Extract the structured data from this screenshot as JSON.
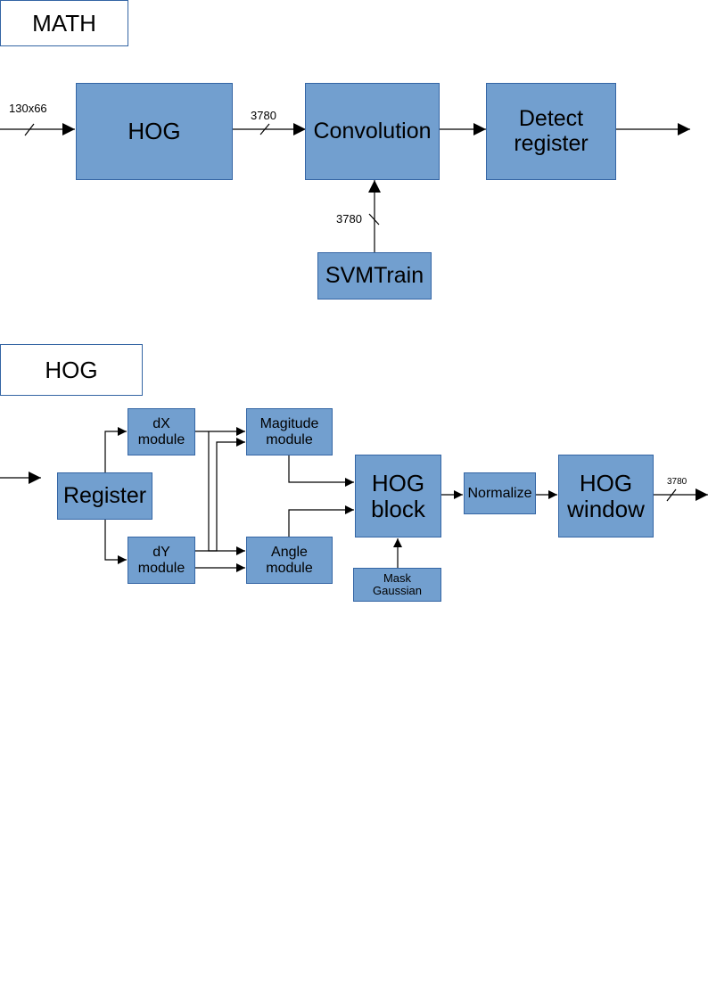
{
  "sections": {
    "math": "MATH",
    "hog": "HOG"
  },
  "math_blocks": {
    "hog": "HOG",
    "convolution": "Convolution",
    "detect_register": "Detect\nregister",
    "svmtrain": "SVMTrain"
  },
  "math_labels": {
    "input": "130x66",
    "hog_to_conv": "3780",
    "svm_to_conv": "3780"
  },
  "hog_blocks": {
    "register": "Register",
    "dx_module": "dX\nmodule",
    "dy_module": "dY\nmodule",
    "magnitude_module": "Magitude\nmodule",
    "angle_module": "Angle\nmodule",
    "hog_block": "HOG\nblock",
    "mask_gaussian": "Mask\nGaussian",
    "normalize": "Normalize",
    "hog_window": "HOG\nwindow"
  },
  "hog_labels": {
    "output": "3780"
  },
  "colors": {
    "block_fill": "#729fcf",
    "block_border": "#3465a4"
  }
}
